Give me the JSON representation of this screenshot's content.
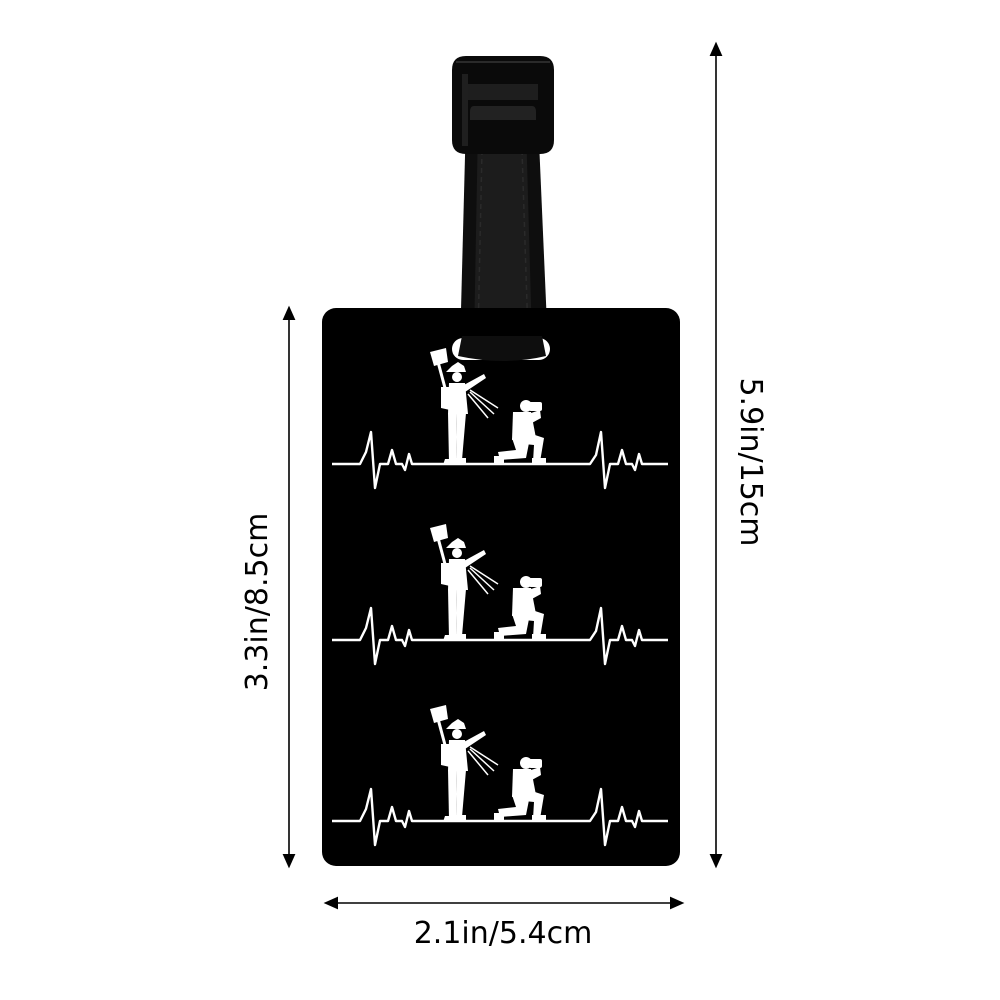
{
  "dimensions": {
    "width_label": "2.1in/5.4cm",
    "tag_height_label": "3.3in/8.5cm",
    "total_height_label": "5.9in/15cm"
  },
  "product": {
    "tag_color": "#000000",
    "artwork_color": "#ffffff",
    "strap_color": "#0d0d0d",
    "motif_rows": 3,
    "icons": [
      "hunter-with-axe-icon",
      "kneeling-photographer-icon",
      "heartbeat-line-icon"
    ]
  }
}
